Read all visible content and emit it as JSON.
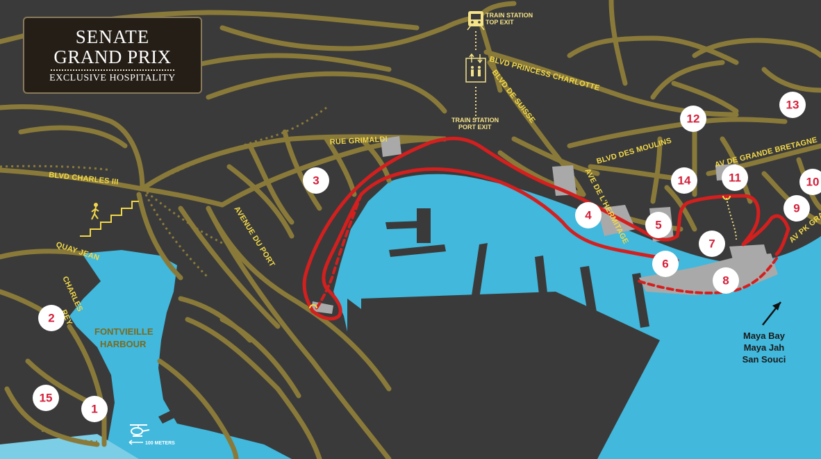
{
  "logo": {
    "line1": "SENATE",
    "line2": "GRAND PRIX",
    "line3": "EXCLUSIVE HOSPITALITY"
  },
  "streets": {
    "rue_grimaldi": "RUE GRIMALDI",
    "blvd_charles": "BLVD CHARLES III",
    "quay_jean_1": "QUAY JEAN",
    "quay_jean_2": "CHARLES",
    "quay_jean_3": "REY",
    "avenue_du_port": "AVENUE DU PORT",
    "blvd_princess": "BLVD PRINCESS CHARLOTTE",
    "blvd_suisse": "BLVD DE SUISSE",
    "blvd_moulins": "BLVD DES MOULINS",
    "ave_hermitage": "AVE DE L'HERMITAGE",
    "av_grande_bretagne": "AV DE GRANDE BRETAGNE",
    "av_pk_grace": "AV PK GRACE"
  },
  "stations": {
    "top_exit_1": "TRAIN STATION",
    "top_exit_2": "TOP EXIT",
    "port_exit_1": "TRAIN STATION",
    "port_exit_2": "PORT EXIT"
  },
  "harbour": {
    "line1": "FONTVIEILLE",
    "line2": "HARBOUR"
  },
  "markers": [
    "1",
    "2",
    "3",
    "4",
    "5",
    "6",
    "7",
    "8",
    "9",
    "10",
    "11",
    "12",
    "13",
    "14",
    "15"
  ],
  "destinations": [
    "Maya Bay",
    "Maya Jah",
    "San Souci"
  ],
  "scale_label": "100 METERS",
  "icons": [
    "train-icon",
    "elevator-icon",
    "pedestrian-stairs-icon",
    "helicopter-icon",
    "direction-arrow-icon"
  ],
  "colors": {
    "land": "#3a3a3a",
    "road": "#8a7a3a",
    "water": "#41b8dc",
    "track": "#d41f1f",
    "grandstand": "#a9a9a9",
    "marker_text": "#d4203a",
    "street_label": "#f2d84a"
  }
}
